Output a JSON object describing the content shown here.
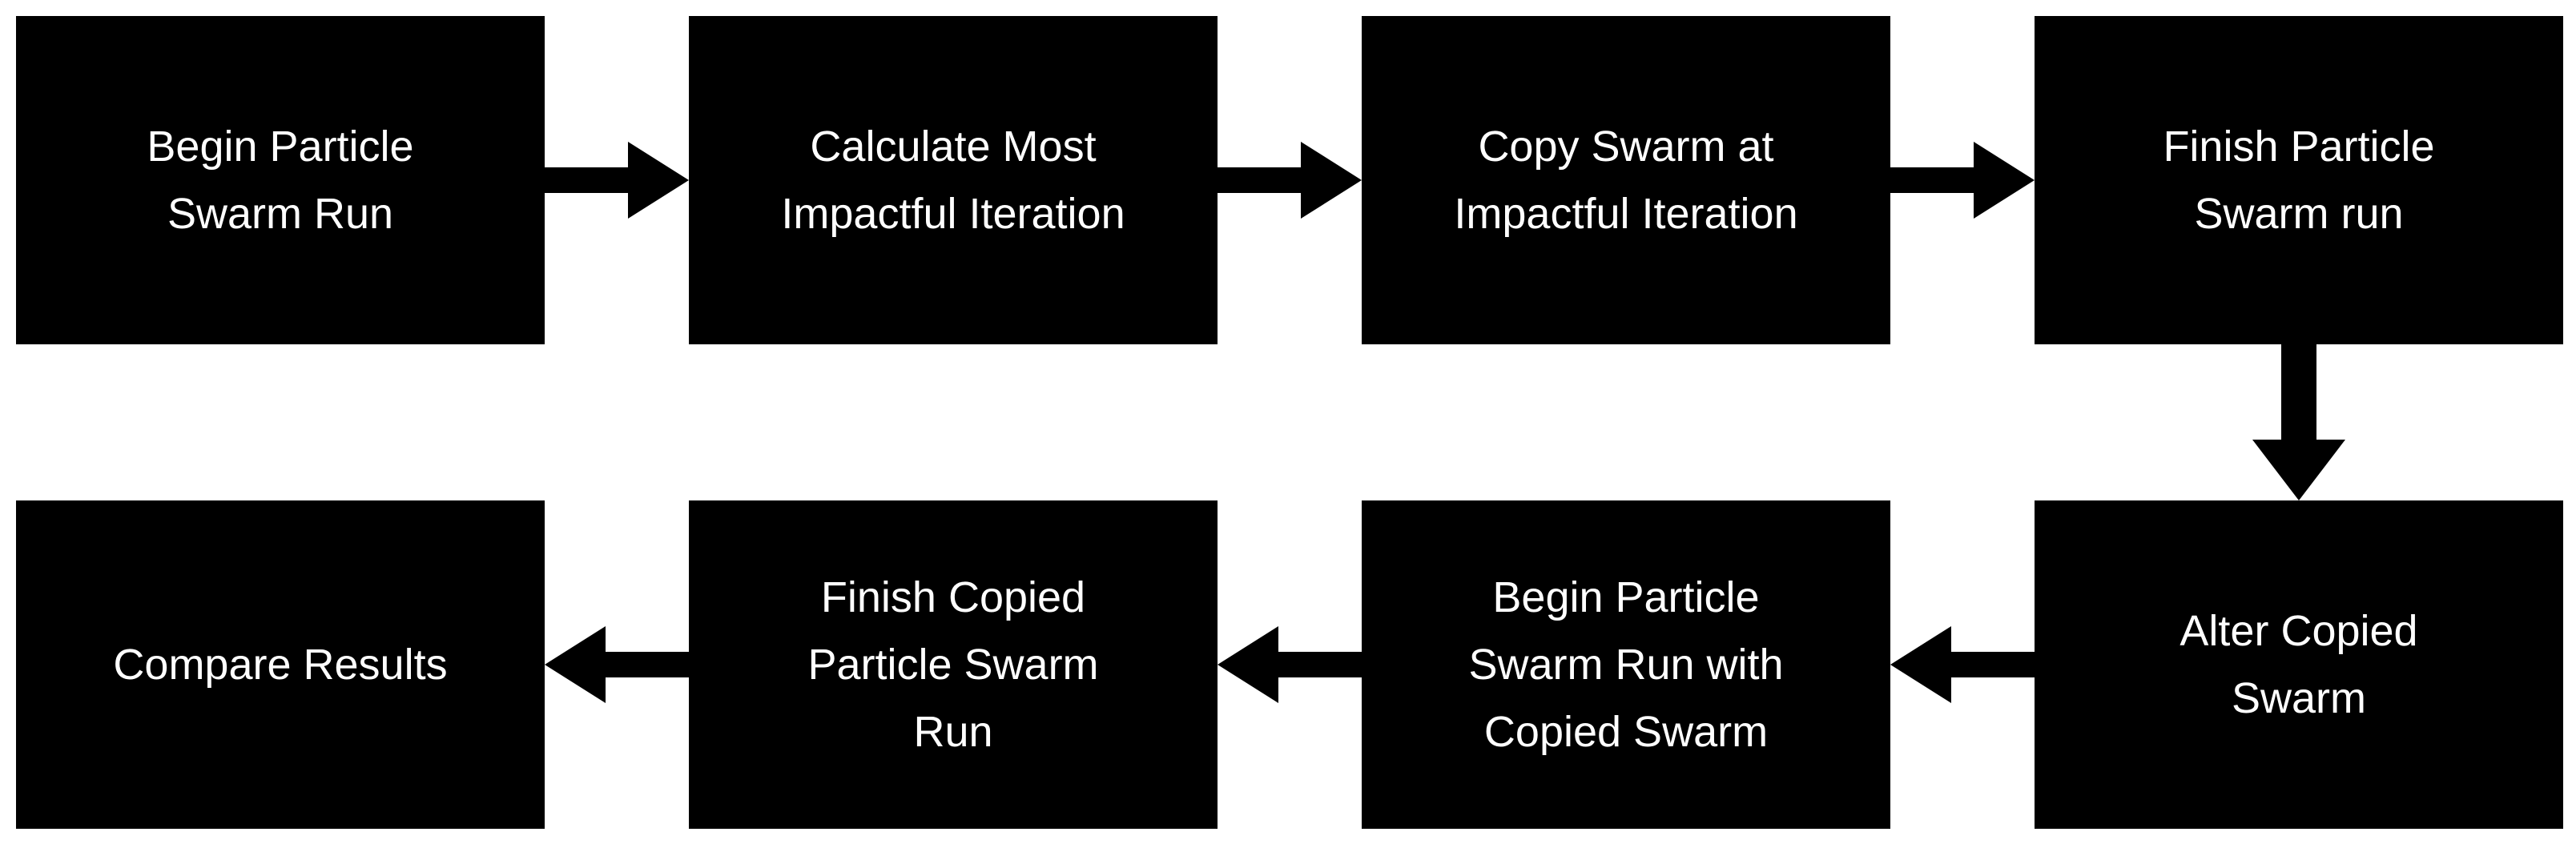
{
  "diagram": {
    "type": "flowchart",
    "colors": {
      "node_bg": "#000000",
      "node_text": "#ffffff",
      "arrow": "#000000",
      "background": "#ffffff"
    },
    "nodes": [
      {
        "id": "begin-particle-swarm-run",
        "label": "Begin Particle\nSwarm Run"
      },
      {
        "id": "calculate-most-impactful",
        "label": "Calculate Most\nImpactful Iteration"
      },
      {
        "id": "copy-swarm-at-impactful",
        "label": "Copy Swarm at\nImpactful Iteration"
      },
      {
        "id": "finish-particle-swarm-run",
        "label": "Finish Particle\nSwarm run"
      },
      {
        "id": "alter-copied-swarm",
        "label": "Alter Copied\nSwarm"
      },
      {
        "id": "begin-run-with-copied-swarm",
        "label": "Begin Particle\nSwarm Run with\nCopied Swarm"
      },
      {
        "id": "finish-copied-particle-swarm-run",
        "label": "Finish Copied\nParticle Swarm\nRun"
      },
      {
        "id": "compare-results",
        "label": "Compare Results"
      }
    ],
    "edges": [
      {
        "from": "begin-particle-swarm-run",
        "to": "calculate-most-impactful",
        "direction": "right"
      },
      {
        "from": "calculate-most-impactful",
        "to": "copy-swarm-at-impactful",
        "direction": "right"
      },
      {
        "from": "copy-swarm-at-impactful",
        "to": "finish-particle-swarm-run",
        "direction": "right"
      },
      {
        "from": "finish-particle-swarm-run",
        "to": "alter-copied-swarm",
        "direction": "down"
      },
      {
        "from": "alter-copied-swarm",
        "to": "begin-run-with-copied-swarm",
        "direction": "left"
      },
      {
        "from": "begin-run-with-copied-swarm",
        "to": "finish-copied-particle-swarm-run",
        "direction": "left"
      },
      {
        "from": "finish-copied-particle-swarm-run",
        "to": "compare-results",
        "direction": "left"
      }
    ]
  }
}
